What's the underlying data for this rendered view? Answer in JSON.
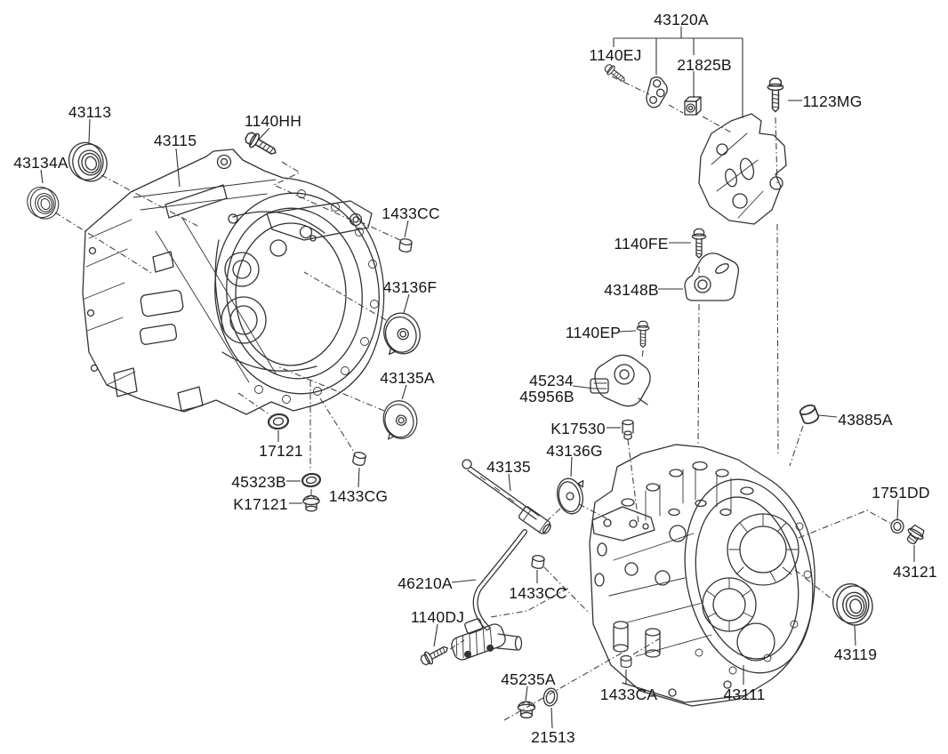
{
  "diagram": {
    "type": "exploded-parts-diagram",
    "background": "#ffffff",
    "line_color": "#333333",
    "label_color": "#161616",
    "parts": {
      "43120A": "43120A",
      "1140EJ": "1140EJ",
      "21825B": "21825B",
      "1123MG": "1123MG",
      "43113": "43113",
      "43134A": "43134A",
      "43115": "43115",
      "1140HH": "1140HH",
      "1433CC": "1433CC",
      "43136F": "43136F",
      "43135A": "43135A",
      "17121": "17121",
      "45323B": "45323B",
      "K17121": "K17121",
      "1433CG": "1433CG",
      "1140FE": "1140FE",
      "43148B": "43148B",
      "1140EP": "1140EP",
      "45234": "45234",
      "45956B": "45956B",
      "K17530": "K17530",
      "43136G": "43136G",
      "43135": "43135",
      "46210A": "46210A",
      "1140DJ": "1140DJ",
      "45235A": "45235A",
      "21513": "21513",
      "1433CA": "1433CA",
      "43111": "43111",
      "43885A": "43885A",
      "1751DD": "1751DD",
      "43121": "43121",
      "43119": "43119"
    }
  }
}
